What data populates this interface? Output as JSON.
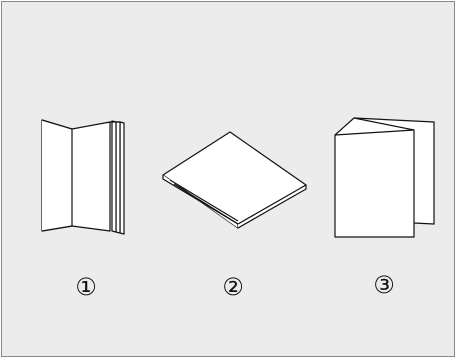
{
  "figure": {
    "background_color": "#ececec",
    "border_color": "#8a8a8a",
    "line_color": "#111111",
    "items": [
      {
        "number": "①",
        "illustration": "saddle-stitched-booklet"
      },
      {
        "number": "②",
        "illustration": "folded-booklet-lying-flat"
      },
      {
        "number": "③",
        "illustration": "single-fold-leaflet"
      }
    ]
  }
}
